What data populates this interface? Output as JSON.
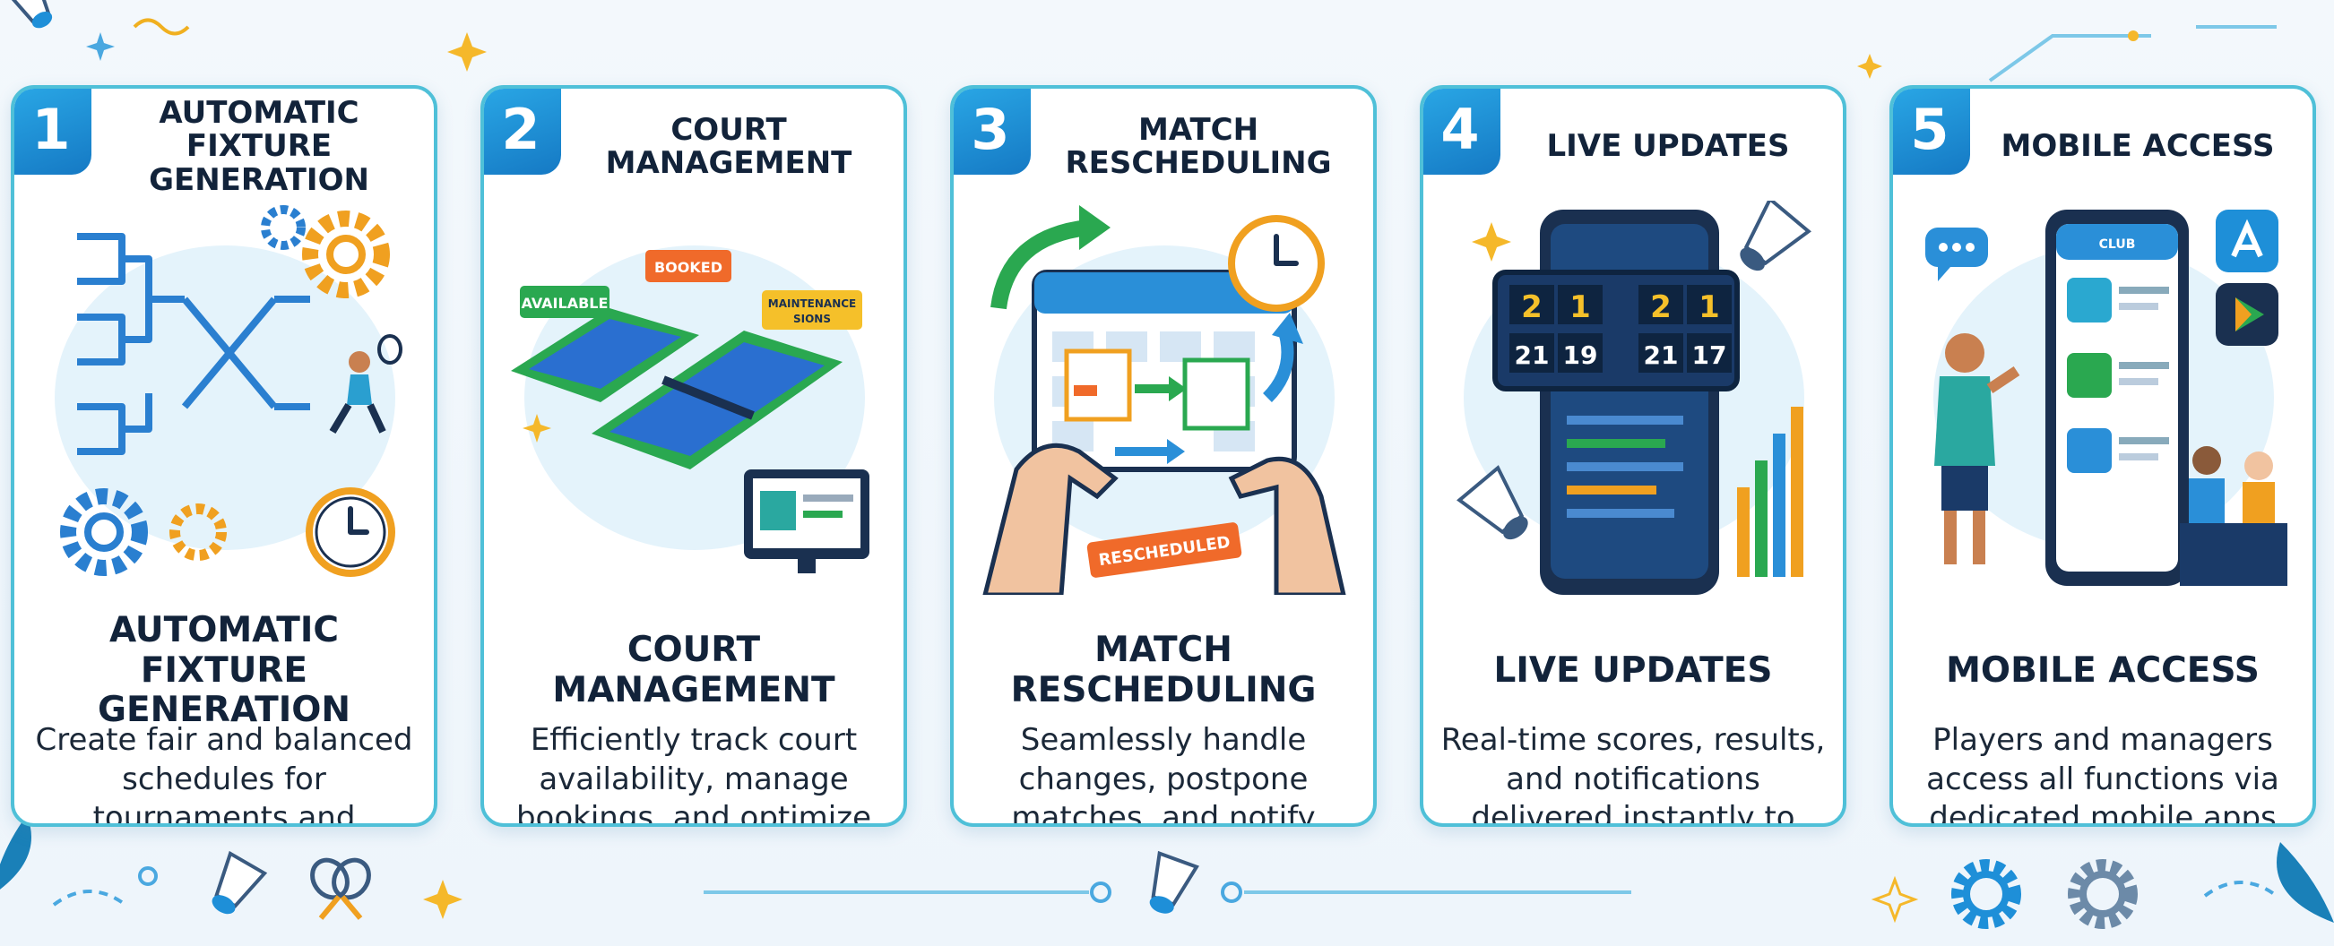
{
  "steps": [
    {
      "number": "1",
      "header": "AUTOMATIC FIXTURE GENERATION",
      "title": "AUTOMATIC FIXTURE GENERATION",
      "description": "Create fair and balanced schedules for tournaments and leagues easily."
    },
    {
      "number": "2",
      "header": "COURT MANAGEMENT",
      "title": "COURT MANAGEMENT",
      "description": "Efficiently track court availability, manage bookings, and optimize usage."
    },
    {
      "number": "3",
      "header": "MATCH RESCHEDULING",
      "title": "MATCH RESCHEDULING",
      "description": "Seamlessly handle changes, postpone matches, and notify participants of updates"
    },
    {
      "number": "4",
      "header": "LIVE UPDATES",
      "title": "LIVE UPDATES",
      "description": "Real-time scores, results, and notifications delivered instantly to fans and players."
    },
    {
      "number": "5",
      "header": "MOBILE ACCESS",
      "title": "MOBILE ACCESS",
      "description": "Players and managers access all functions via dedicated mobile apps anytime, anywhere."
    }
  ],
  "court_labels": {
    "available": "AVAILABLE",
    "booked": "BOOKED",
    "maintenance_1": "MAINTENANCE",
    "maintenance_2": "SIONS"
  },
  "reschedule_label": "RESCHEDULED",
  "scoreboard": {
    "set_a": "2",
    "set_b": "1",
    "set_c": "2",
    "set_d": "1",
    "game_a": "21",
    "game_b": "19",
    "game_c": "21",
    "game_d": "17"
  },
  "app_label": "CLUB",
  "icons": [
    "shuttlecock-icon",
    "racket-icon",
    "gear-icon",
    "sparkle-icon",
    "clock-icon",
    "calendar-icon",
    "smartphone-icon",
    "app-store-icon",
    "play-store-icon"
  ],
  "colors": {
    "accent": "#1e8fd8",
    "card_border": "#4fc0d8",
    "text": "#12233a"
  }
}
